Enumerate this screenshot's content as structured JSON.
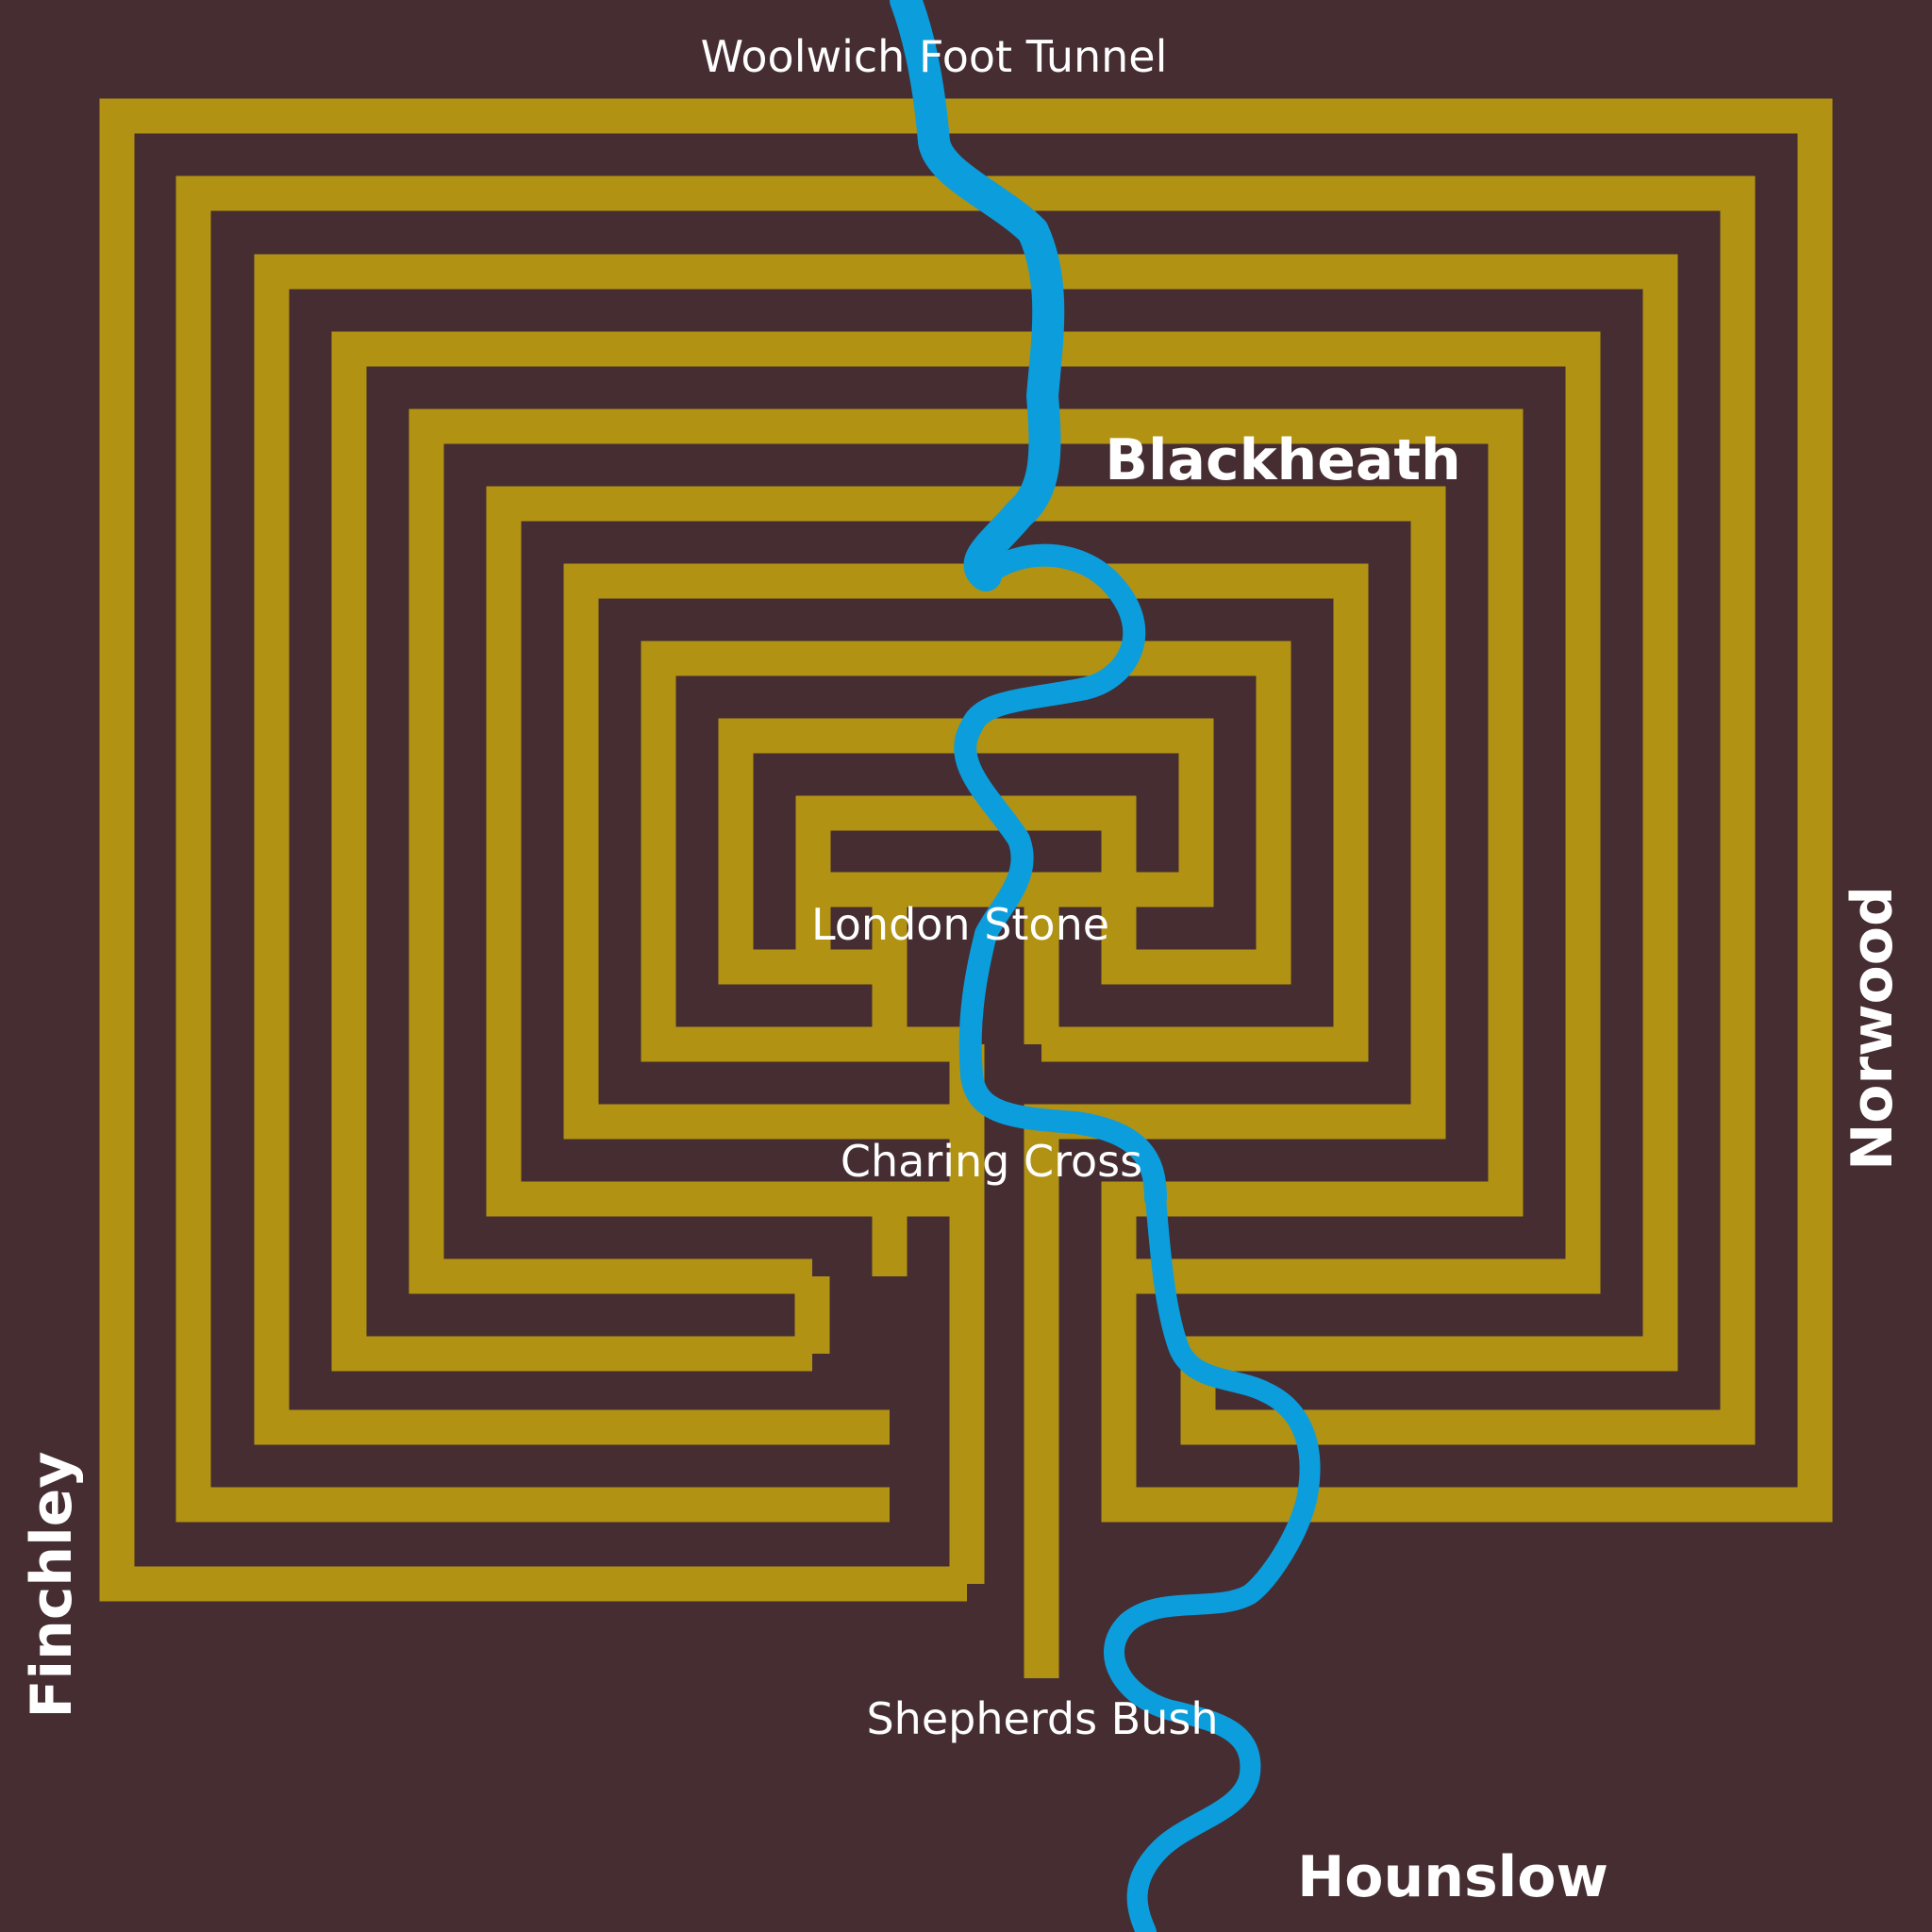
{
  "colors": {
    "background": "#452d32",
    "maze_wall": "#b29213",
    "river": "#0c9ddc",
    "text": "#ffffff"
  },
  "labels": {
    "top": "Woolwich Foot Tunnel",
    "blackheath": "Blackheath",
    "centre": "London Stone",
    "crossing": "Charing Cross",
    "bottom": "Shepherds Bush",
    "hounslow": "Hounslow",
    "left_vertical": "Finchley",
    "right_vertical": "Norwood"
  }
}
